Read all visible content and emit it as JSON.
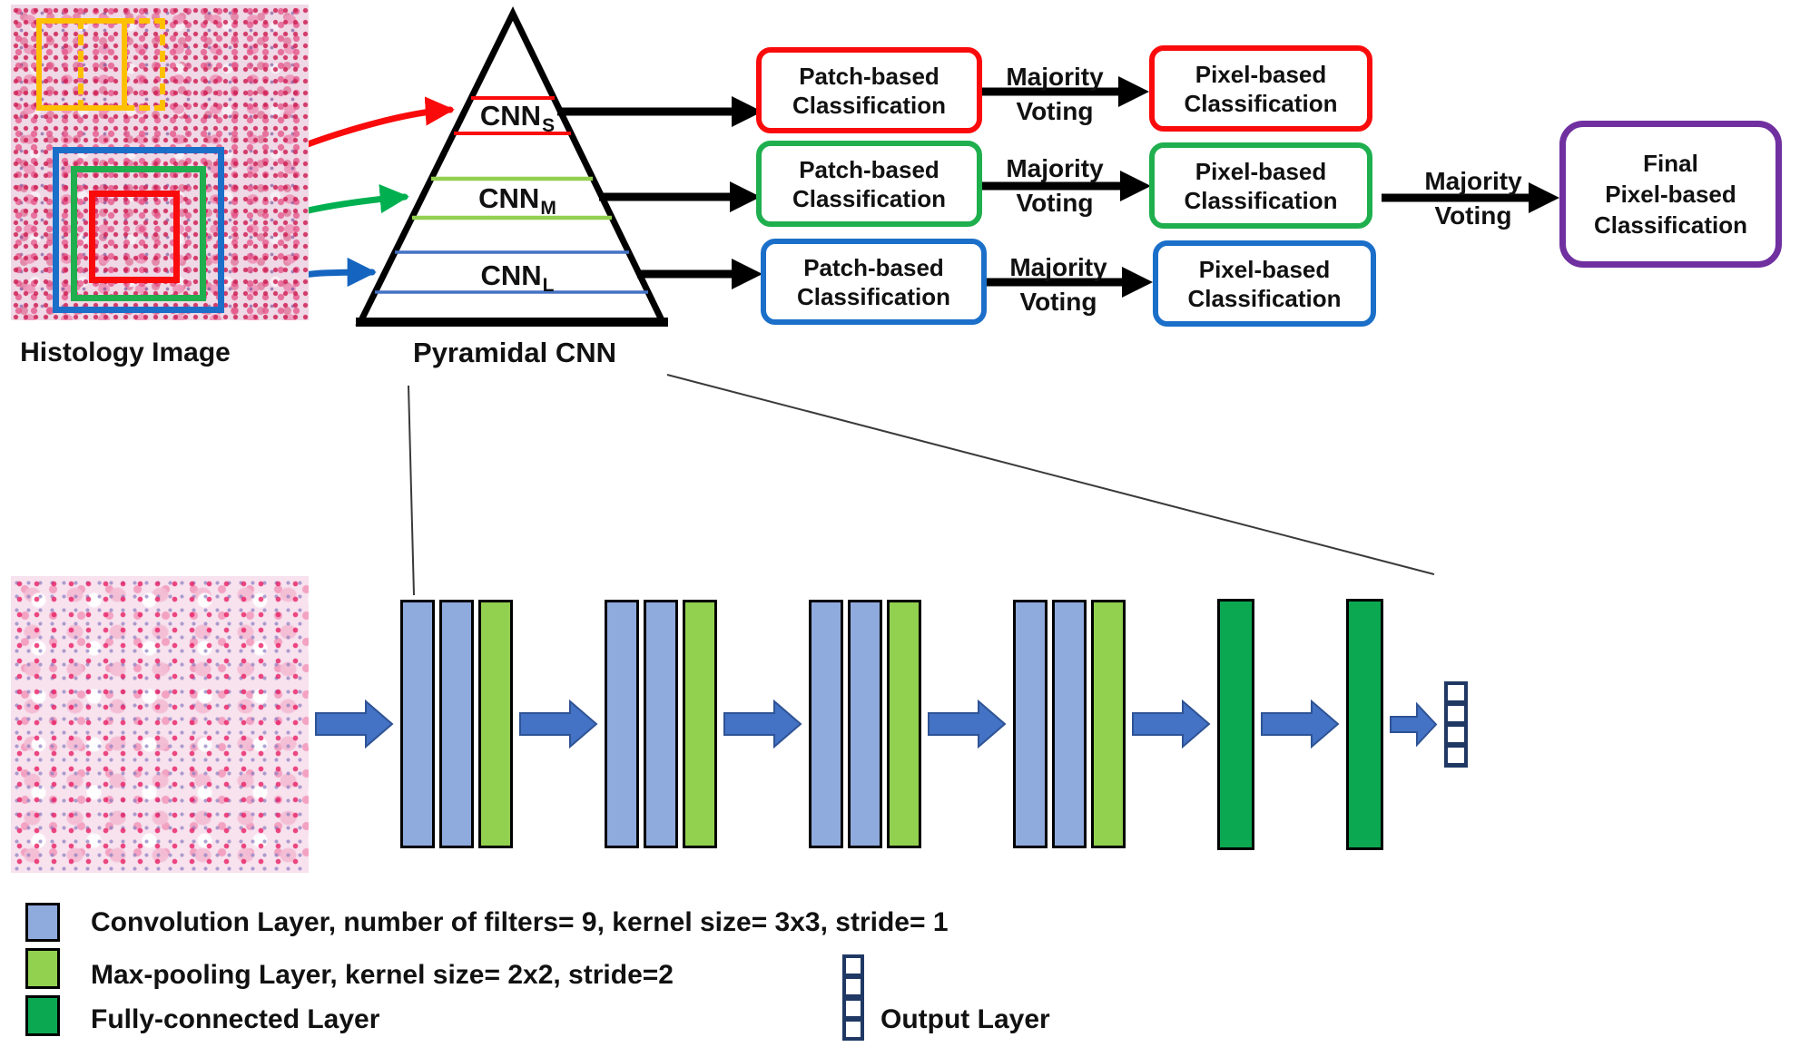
{
  "figure": {
    "histology_label": "Histology Image",
    "pyramid_label": "Pyramidal CNN"
  },
  "pyramid_levels": [
    {
      "name": "CNN",
      "sub": "S"
    },
    {
      "name": "CNN",
      "sub": "M"
    },
    {
      "name": "CNN",
      "sub": "L"
    }
  ],
  "rows": [
    {
      "patch": [
        "Patch-based",
        "Classification"
      ],
      "voting": [
        "Majority",
        "Voting"
      ],
      "pixel": [
        "Pixel-based",
        "Classification"
      ]
    },
    {
      "patch": [
        "Patch-based",
        "Classification"
      ],
      "voting": [
        "Majority",
        "Voting"
      ],
      "pixel": [
        "Pixel-based",
        "Classification"
      ]
    },
    {
      "patch": [
        "Patch-based",
        "Classification"
      ],
      "voting": [
        "Majority",
        "Voting"
      ],
      "pixel": [
        "Pixel-based",
        "Classification"
      ]
    }
  ],
  "final_voting": [
    "Majority",
    "Voting"
  ],
  "final_box": [
    "Final",
    "Pixel-based",
    "Classification"
  ],
  "legend": [
    {
      "swatch": "convolution-swatch",
      "label": "Convolution Layer, number of filters= 9, kernel size= 3x3, stride= 1"
    },
    {
      "swatch": "max-pooling-swatch",
      "label": "Max-pooling Layer, kernel size= 2x2, stride=2"
    },
    {
      "swatch": "fully-connected-swatch",
      "label": "Fully-connected Layer"
    },
    {
      "swatch": "output-layer-icon",
      "label": "Output Layer"
    }
  ],
  "architecture": {
    "blocks": [
      "conv-conv-pool",
      "conv-conv-pool",
      "conv-conv-pool",
      "conv-conv-pool",
      "fc",
      "fc",
      "output"
    ]
  },
  "icons": {
    "output_layer": "stacked-squares-column",
    "flow_arrow": "right-block-arrow"
  },
  "colors": {
    "red": "#FA0B0B",
    "green": "#1FAF4E",
    "blue": "#1B6FC9",
    "purple": "#7030A0",
    "orange": "#FFC000",
    "pyrblue": "#4472C4",
    "curve_green": "#00B050",
    "curve_blue": "#1565C0",
    "conv": "#8FAADC",
    "pool": "#92D050",
    "fc": "#0CA751",
    "flow_arrow": "#4472C4",
    "flow_arrow_border": "#2E5395",
    "navy": "#1F3864"
  }
}
